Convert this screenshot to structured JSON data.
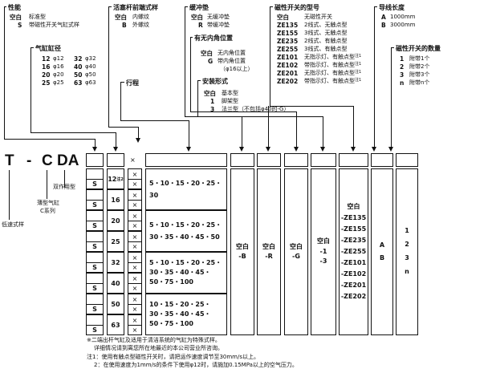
{
  "header": {
    "performance": {
      "title": "性能",
      "items": [
        {
          "code": "空白",
          "desc": "标准型"
        },
        {
          "code": "S",
          "desc": "带磁性开关气缸式样"
        }
      ]
    },
    "bore": {
      "title": "气缸缸径",
      "items": [
        {
          "code": "12",
          "val": "φ12"
        },
        {
          "code": "32",
          "val": "φ32"
        },
        {
          "code": "16",
          "val": "φ16"
        },
        {
          "code": "40",
          "val": "φ40"
        },
        {
          "code": "20",
          "val": "φ20"
        },
        {
          "code": "50",
          "val": "φ50"
        },
        {
          "code": "25",
          "val": "φ25"
        },
        {
          "code": "63",
          "val": "φ63"
        }
      ]
    },
    "rod_end": {
      "title": "活塞杆前端式样",
      "items": [
        {
          "code": "空白",
          "desc": "内螺纹"
        },
        {
          "code": "B",
          "desc": "外螺纹"
        }
      ]
    },
    "stroke": {
      "title": "行程"
    },
    "cushion": {
      "title": "缓冲垫",
      "items": [
        {
          "code": "空白",
          "desc": "无缓冲垫"
        },
        {
          "code": "R",
          "desc": "带缓冲垫"
        }
      ]
    },
    "guide": {
      "title": "有无内角位置",
      "items": [
        {
          "code": "空白",
          "desc": "无内角位置"
        },
        {
          "code": "G",
          "desc": "带内角位置"
        }
      ],
      "note": "（φ16以上）"
    },
    "mounting": {
      "title": "安装形式",
      "items": [
        {
          "code": "空白",
          "desc": "基本型"
        },
        {
          "code": "1",
          "desc": "脚架型"
        },
        {
          "code": "3",
          "desc": "法兰型（不包括φ40的-G）"
        }
      ]
    },
    "switch": {
      "title": "磁性开关的型号",
      "items": [
        {
          "code": "空白",
          "desc": "无磁性开关",
          "note": ""
        },
        {
          "code": "ZE135",
          "desc": "2线式、无触点型",
          "note": ""
        },
        {
          "code": "ZE155",
          "desc": "3线式、无触点型",
          "note": ""
        },
        {
          "code": "ZE235",
          "desc": "2线式、有触点型",
          "note": ""
        },
        {
          "code": "ZE255",
          "desc": "3线式、有触点型",
          "note": ""
        },
        {
          "code": "ZE101",
          "desc": "无指示灯、有触点型",
          "note": "注1"
        },
        {
          "code": "ZE102",
          "desc": "带指示灯、有触点型",
          "note": "注1"
        },
        {
          "code": "ZE201",
          "desc": "无指示灯、有触点型",
          "note": "注1"
        },
        {
          "code": "ZE202",
          "desc": "带指示灯、有触点型",
          "note": "注1"
        }
      ]
    },
    "lead": {
      "title": "导线长度",
      "items": [
        {
          "code": "A",
          "desc": "1000mm"
        },
        {
          "code": "B",
          "desc": "3000mm"
        }
      ]
    },
    "qty": {
      "title": "磁性开关的数量",
      "items": [
        {
          "code": "1",
          "desc": "附带1个"
        },
        {
          "code": "2",
          "desc": "附带2个"
        },
        {
          "code": "3",
          "desc": "附带3个"
        },
        {
          "code": "n",
          "desc": "附带n个"
        }
      ]
    }
  },
  "model": {
    "t": "T",
    "dash1": "-",
    "c": "C",
    "da": "DA",
    "da_label": "双作用型",
    "c_label1": "薄型气缸",
    "c_label2": "C系列",
    "t_label": "低速式样"
  },
  "table": {
    "x_mark": "×",
    "note_mark": "注2",
    "rows": [
      {
        "s": "S",
        "bore": "12"
      },
      {
        "s": "S",
        "bore": "16"
      },
      {
        "s": "S",
        "bore": "20"
      },
      {
        "s": "S",
        "bore": "25"
      },
      {
        "s": "S",
        "bore": "32"
      },
      {
        "s": "S",
        "bore": "40"
      },
      {
        "s": "S",
        "bore": "50"
      },
      {
        "s": "S",
        "bore": "63"
      }
    ],
    "stroke_groups": [
      {
        "lines": [
          "5・10・15・20・25・",
          "30"
        ]
      },
      {
        "lines": [
          "5・10・15・20・25・",
          "30・35・40・45・50"
        ]
      },
      {
        "lines": [
          "5・10・15・20・25・",
          "30・35・40・45・",
          "50・75・100"
        ]
      },
      {
        "lines": [
          "10・15・20・25・",
          "30・35・40・45・",
          "50・75・100"
        ]
      }
    ],
    "cushion_col": [
      "空白",
      "-B"
    ],
    "rod_col": [
      "空白",
      "-R"
    ],
    "guide_col": [
      "空白",
      "-G"
    ],
    "mount_col": [
      "空白",
      "-1",
      "-3"
    ],
    "switch_col": [
      "空白",
      "-ZE135",
      "-ZE155",
      "-ZE235",
      "-ZE255",
      "-ZE101",
      "-ZE102",
      "-ZE201",
      "-ZE202"
    ],
    "lead_col": [
      "A",
      "B"
    ],
    "qty_col": [
      "1",
      "2",
      "3",
      "n"
    ]
  },
  "footnotes": [
    "※二端出杆气缸及适用于清洁系统的气缸为特殊式样。",
    "详细情况请到离您所在地最近的本公司营业所咨询。",
    "注1：使用有触点型磁性开关时，请把运作速度调节至30mm/s以上。",
    "2：在使用速度为1mm/s的条件下使用φ12时，请施加0.15MPa以上的空气压力。"
  ]
}
